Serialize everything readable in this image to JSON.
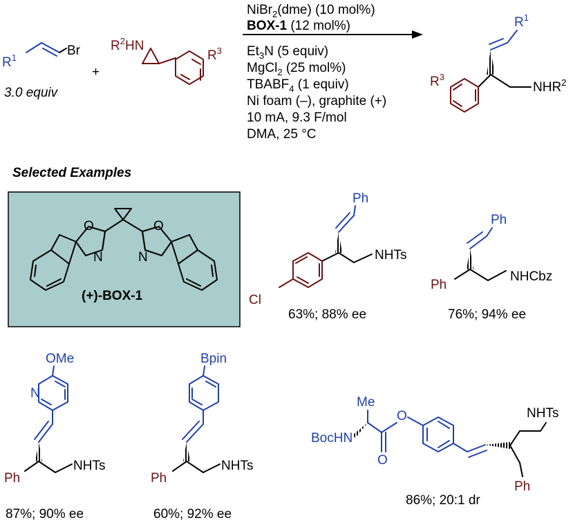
{
  "scheme": {
    "reagent_vinyl_label": "R",
    "reagent_vinyl_r_sup": "1",
    "reagent_vinyl_br": "Br",
    "reagent_vinyl_equiv": "3.0 equiv",
    "plus": "+",
    "reagent_aziridine_label_r": "R",
    "reagent_aziridine_label_sup": "2",
    "reagent_aziridine_label_hn": "HN",
    "reagent_aziridine_r3": "R",
    "reagent_aziridine_r3_sup": "3",
    "conditions": {
      "line1_pre": "NiBr",
      "line1_sub": "2",
      "line1_post": "(dme) (10 mol%)",
      "line2_bold": "BOX-1",
      "line2_post": " (12 mol%)",
      "line3_pre": "Et",
      "line3_sub": "3",
      "line3_post": "N (5 equiv)",
      "line4_pre": "MgCl",
      "line4_sub": "2",
      "line4_post": " (25 mol%)",
      "line5_pre": "TBABF",
      "line5_sub": "4",
      "line5_post": " (1 equiv)",
      "line6": "Ni foam (–), graphite (+)",
      "line7": "10 mA, 9.3 F/mol",
      "line8": "DMA, 25 °C"
    },
    "product_r1": "R",
    "product_r1_sup": "1",
    "product_r3": "R",
    "product_r3_sup": "3",
    "product_nhr": "NHR",
    "product_nhr_sup": "2"
  },
  "section_title": "Selected Examples",
  "ligand": {
    "o_label": "O",
    "n_label": "N",
    "name": "(+)-BOX-1"
  },
  "examples": {
    "e1": {
      "top": "Ph",
      "amine": "NHTs",
      "cl": "Cl",
      "yield": "63%; 88% ee"
    },
    "e2": {
      "top": "Ph",
      "amine": "NHCbz",
      "ph": "Ph",
      "yield": "76%; 94% ee"
    },
    "e3": {
      "top": "OMe",
      "n": "N",
      "amine": "NHTs",
      "ph": "Ph",
      "yield": "87%; 90% ee"
    },
    "e4": {
      "top": "Bpin",
      "amine": "NHTs",
      "ph": "Ph",
      "yield": "60%; 92% ee"
    },
    "e5": {
      "me": "Me",
      "bochn": "BocHN",
      "o_ester": "O",
      "o_carbonyl": "O",
      "amine": "NHTs",
      "ph": "Ph",
      "yield": "86%; 20:1 dr"
    }
  },
  "colors": {
    "blue": "#1f3fb0",
    "maroon": "#6b1212",
    "box_fill": "#a9cccc"
  }
}
